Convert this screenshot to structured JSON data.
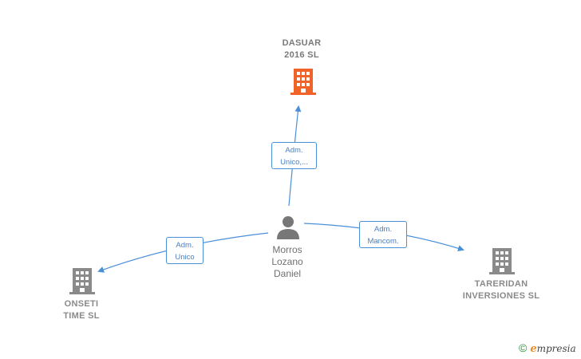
{
  "nodes": {
    "dasuar": {
      "label": "DASUAR\n2016  SL",
      "color": "#f0642a"
    },
    "onseti": {
      "label": "ONSETI\nTIME  SL",
      "color": "#8a8a8a"
    },
    "tareridan": {
      "label": "TARERIDAN\nINVERSIONES SL",
      "color": "#8a8a8a"
    },
    "person": {
      "label": "Morros\nLozano\nDaniel",
      "color": "#777777"
    }
  },
  "edges": {
    "to_dasuar": "Adm.\nUnico,...",
    "to_onseti": "Adm.\nUnico",
    "to_tareridan": "Adm.\nMancom."
  },
  "colors": {
    "edge": "#4a90d9"
  },
  "brand": {
    "copyright": "©",
    "e": "e",
    "rest": "mpresia"
  }
}
